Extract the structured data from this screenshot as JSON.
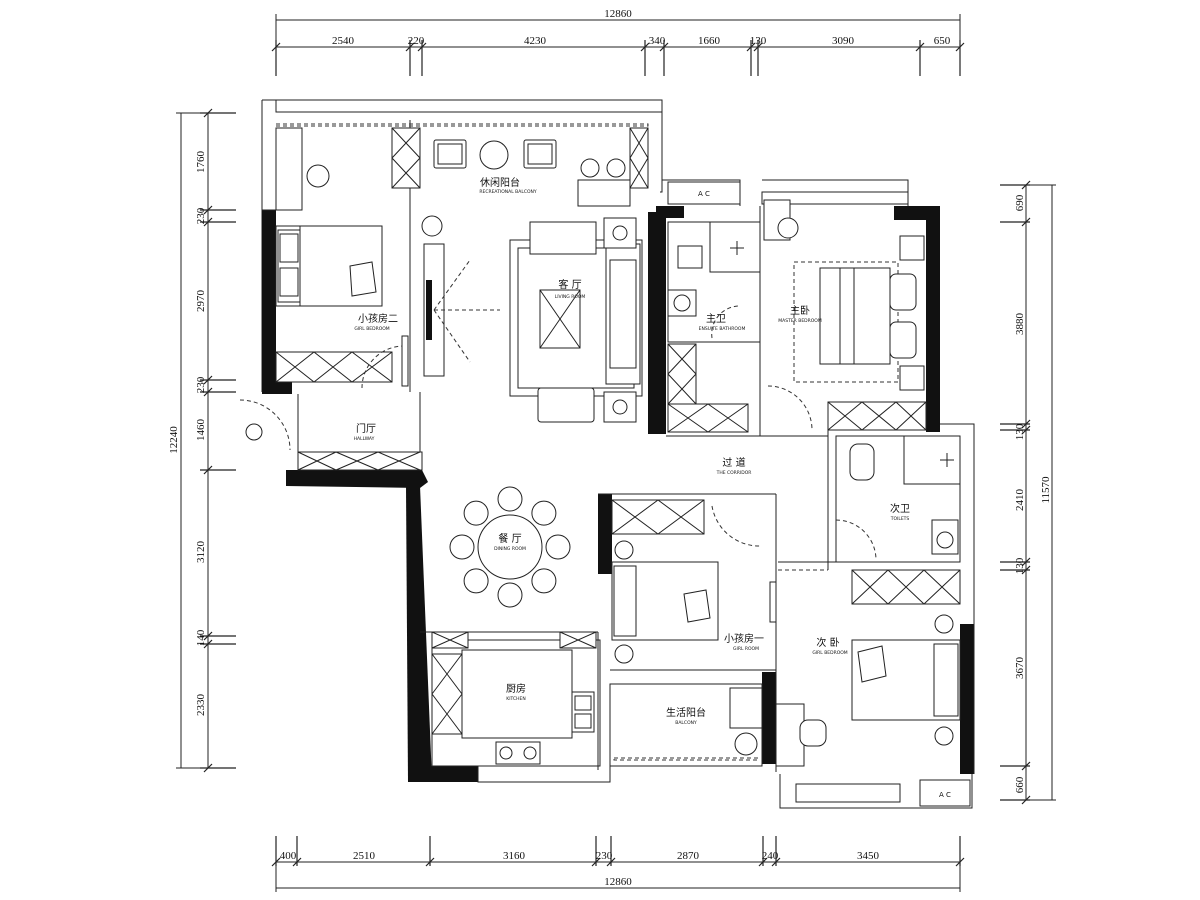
{
  "top_dims": {
    "total": "12860",
    "segments": [
      "2540",
      "220",
      "4230",
      "340",
      "1660",
      "130",
      "3090",
      "650"
    ]
  },
  "bottom_dims": {
    "total": "12860",
    "segments": [
      "400",
      "2510",
      "3160",
      "230",
      "2870",
      "240",
      "3450"
    ]
  },
  "left_dims": {
    "total": "12240",
    "segments": [
      "1760",
      "230",
      "2970",
      "230",
      "1460",
      "3120",
      "140",
      "2330"
    ]
  },
  "right_dims": {
    "total": "11570",
    "segments": [
      "690",
      "3880",
      "130",
      "2410",
      "130",
      "3670",
      "660"
    ]
  },
  "rooms": {
    "balcony": {
      "cn": "休闲阳台",
      "en": "RECREATIONAL BALCONY"
    },
    "living": {
      "cn": "客 厅",
      "en": "LIVING ROOM"
    },
    "kid2": {
      "cn": "小孩房二",
      "en": "GIRL BEDROOM"
    },
    "hallway": {
      "cn": "门厅",
      "en": "HALLWAY"
    },
    "master_bath": {
      "cn": "主卫",
      "en": "ENSUITE BATHROOM"
    },
    "master": {
      "cn": "主卧",
      "en": "MASTER BEDROOM"
    },
    "corridor": {
      "cn": "过 道",
      "en": "THE CORRIDOR"
    },
    "bath2": {
      "cn": "次卫",
      "en": "TOILETS"
    },
    "dining": {
      "cn": "餐 厅",
      "en": "DINING ROOM"
    },
    "kid1": {
      "cn": "小孩房一",
      "en": "GIRL ROOM"
    },
    "second": {
      "cn": "次 卧",
      "en": "GIRL BEDROOM"
    },
    "kitchen": {
      "cn": "厨房",
      "en": "KITCHEN"
    },
    "utility_balcony": {
      "cn": "生活阳台",
      "en": "BALCONY"
    }
  },
  "ac_label": "A C"
}
